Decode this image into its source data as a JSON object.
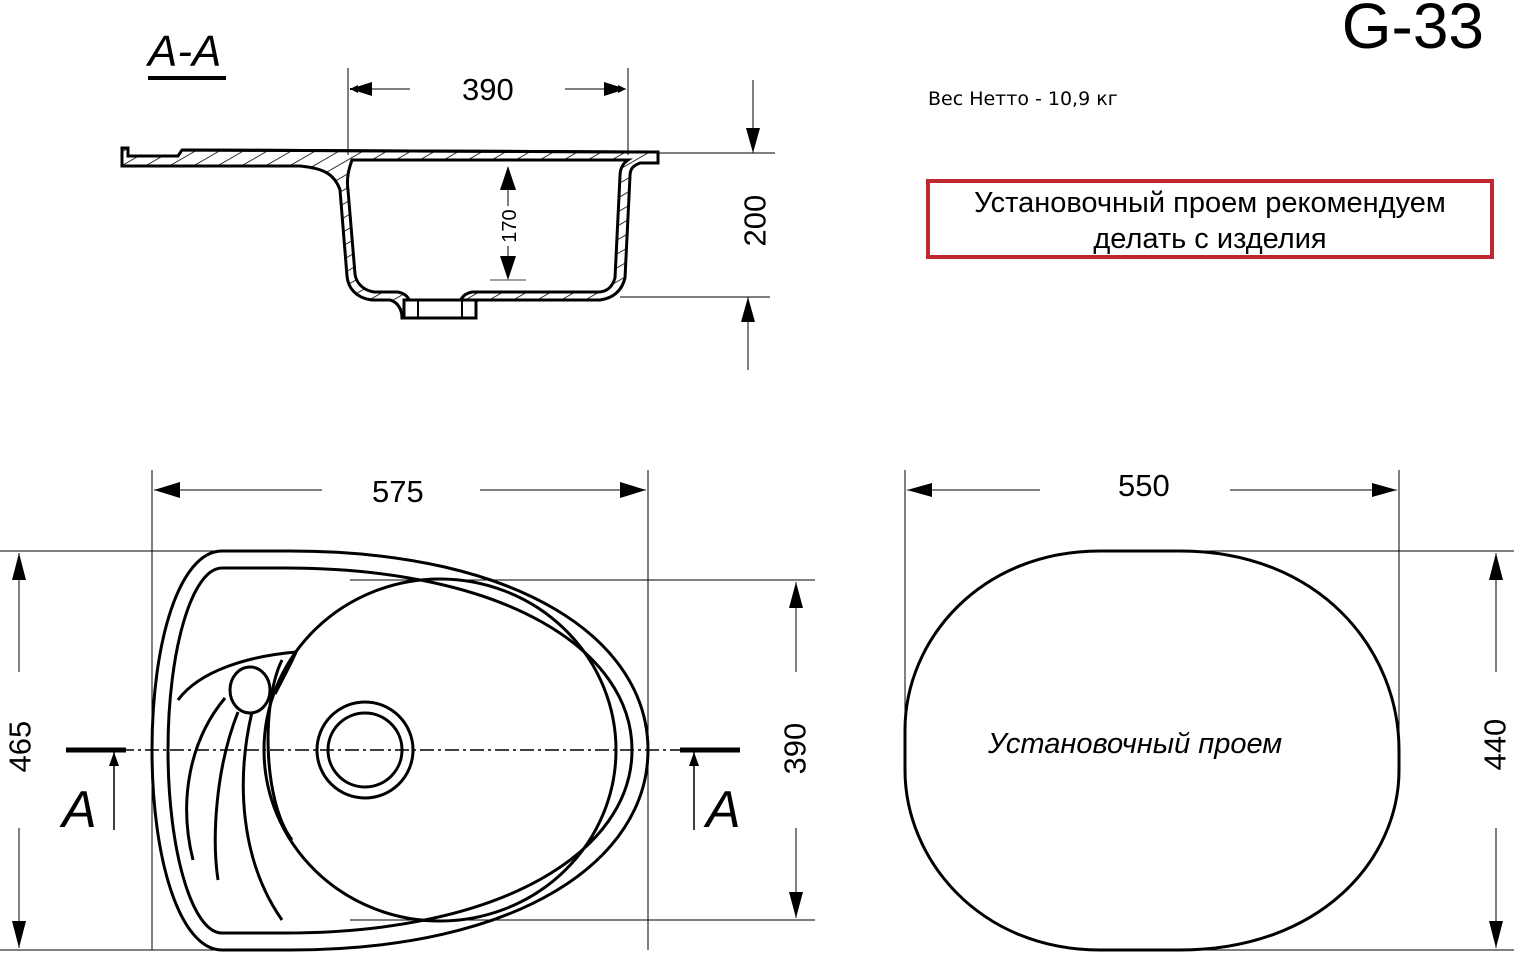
{
  "header": {
    "model_code": "G-33",
    "net_weight": "Вес Нетто - 10,9 кг"
  },
  "note": {
    "line1": "Установочный проем рекомендуем",
    "line2": "делать с изделия",
    "border_color": "#c0282f"
  },
  "section_view": {
    "title": "A-A",
    "dimensions": {
      "bowl_width": "390",
      "bowl_depth": "170",
      "total_height": "200"
    }
  },
  "top_view": {
    "dimensions": {
      "overall_width": "575",
      "overall_depth": "465",
      "bowl_diameter": "390"
    },
    "cut_markers": {
      "left": "A",
      "right": "A"
    }
  },
  "cutout_view": {
    "label": "Установочный проем",
    "dimensions": {
      "width": "550",
      "depth": "440"
    }
  }
}
